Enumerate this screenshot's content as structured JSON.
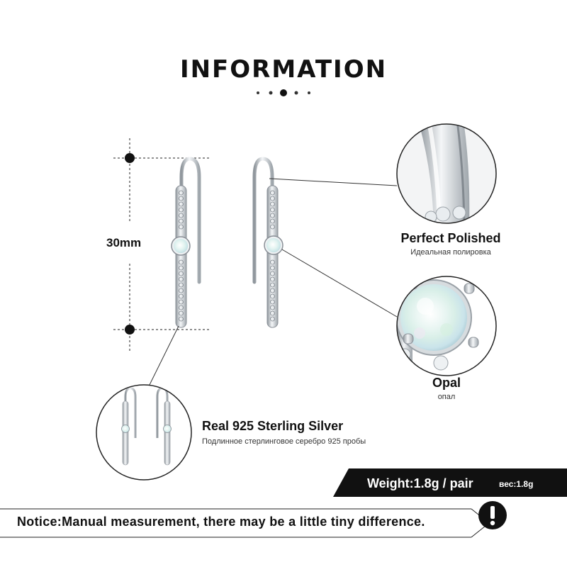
{
  "title": "INFORMATION",
  "dimension": {
    "label": "30mm"
  },
  "callouts": {
    "polished": {
      "title": "Perfect  Polished",
      "subtitle": "Идеальная полировка"
    },
    "opal": {
      "title": "Opal",
      "subtitle": "опал"
    },
    "silver": {
      "title": "Real 925  Sterling  Silver",
      "subtitle": "Подлинное стерлинговое серебро 925 пробы"
    }
  },
  "weight": {
    "text": "Weight:1.8g / pair",
    "ru": "вес:1.8g"
  },
  "notice": {
    "text": "Notice:Manual measurement, there may be a little tiny difference.",
    "icon": "exclamation-icon"
  },
  "colors": {
    "accent": "#111111",
    "background": "#ffffff",
    "opal": "#dff1ee",
    "silver": "#c9ced3"
  }
}
